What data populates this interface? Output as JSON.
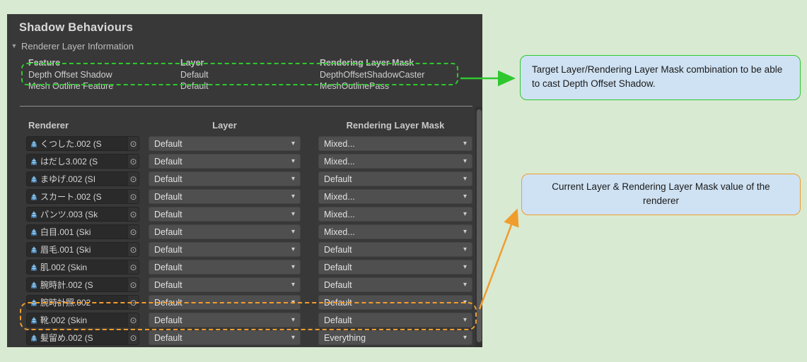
{
  "colors": {
    "page_bg": "#d9ead3",
    "panel_bg": "#383838",
    "accent_green": "#2ec82e",
    "accent_orange": "#f09d2e",
    "callout_bg": "#cfe2f3"
  },
  "panel": {
    "title": "Shadow Behaviours",
    "foldout": {
      "label": "Renderer Layer Information"
    },
    "feature_table": {
      "headers": [
        "Feature",
        "Layer",
        "Rendering Layer Mask"
      ],
      "rows": [
        {
          "feature": "Depth Offset Shadow",
          "layer": "Default",
          "mask": "DepthOffsetShadowCaster"
        },
        {
          "feature": "Mesh Outline Feature",
          "layer": "Default",
          "mask": "MeshOutlinePass"
        }
      ]
    },
    "renderer_table": {
      "headers": [
        "Renderer",
        "Layer",
        "Rendering Layer Mask"
      ],
      "rows": [
        {
          "renderer": "くつした.002 (S",
          "layer": "Default",
          "mask": "Mixed..."
        },
        {
          "renderer": "はだし3.002 (S",
          "layer": "Default",
          "mask": "Mixed..."
        },
        {
          "renderer": "まゆげ.002 (SI",
          "layer": "Default",
          "mask": "Default"
        },
        {
          "renderer": "スカート.002 (S",
          "layer": "Default",
          "mask": "Mixed..."
        },
        {
          "renderer": "パンツ.003 (Sk",
          "layer": "Default",
          "mask": "Mixed..."
        },
        {
          "renderer": "白目.001 (Ski",
          "layer": "Default",
          "mask": "Mixed..."
        },
        {
          "renderer": "眉毛.001 (Ski",
          "layer": "Default",
          "mask": "Default"
        },
        {
          "renderer": "肌.002 (Skin",
          "layer": "Default",
          "mask": "Default"
        },
        {
          "renderer": "腕時計.002 (S",
          "layer": "Default",
          "mask": "Default"
        },
        {
          "renderer": "腕時計照.002",
          "layer": "Default",
          "mask": "Default"
        },
        {
          "renderer": "靴.002 (Skin",
          "layer": "Default",
          "mask": "Default"
        },
        {
          "renderer": "髪留め.002 (S",
          "layer": "Default",
          "mask": "Everything"
        }
      ]
    }
  },
  "annotations": {
    "green_note": "Target Layer/Rendering Layer Mask combination to be able to cast Depth Offset Shadow.",
    "orange_note": "Current Layer & Rendering Layer Mask value of the renderer"
  },
  "icons": {
    "foldout_arrow": "▼",
    "object_picker": "⊙",
    "dropdown_arrow": "▾"
  }
}
